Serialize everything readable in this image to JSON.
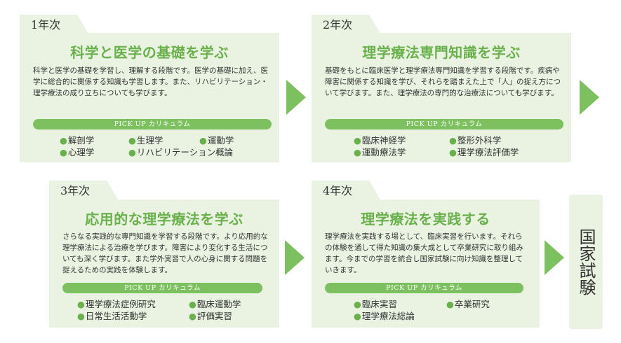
{
  "stages": [
    {
      "year": "1年次",
      "title": "科学と医学の基礎を学ぶ",
      "desc": "科学と医学の基礎を学習し、理解する段階です。医学の基礎に加え、医学に総合的に関係する知識も学習します。また、リハビリテーション・理学療法の成り立ちについても学びます。",
      "pickup": "PICK UP カリキュラム",
      "subjects": [
        "解剖学",
        "生理学",
        "運動学",
        "心理学",
        "リハビリテーション概論"
      ]
    },
    {
      "year": "2年次",
      "title": "理学療法専門知識を学ぶ",
      "desc": "基礎をもとに臨床医学と理学療法専門知識を学習する段階です。疾病や障害に関係する知識を学び、それらを踏まえた上で「人」の捉え方について学びます。また、理学療法の専門的な治療法についても学びます。",
      "pickup": "PICK UP カリキュラム",
      "subjects": [
        "臨床神経学",
        "整形外科学",
        "運動療法学",
        "理学療法評価学"
      ]
    },
    {
      "year": "3年次",
      "title": "応用的な理学療法を学ぶ",
      "desc": "さらなる実践的な専門知識を学習する段階です。より応用的な理学療法による治療を学びます。障害により変化する生活についても深く学びます。また学外実習で人の心身に関する問題を捉えるための実践を体験します。",
      "pickup": "PICK UP カリキュラム",
      "subjects": [
        "理学療法症例研究",
        "臨床運動学",
        "日常生活活動学",
        "評価実習"
      ]
    },
    {
      "year": "4年次",
      "title": "理学療法を実践する",
      "desc": "理学療法を実践する場として、臨床実習を行います。それらの体験を通して得た知識の集大成として卒業研究に取り組みます。今までの学習を統合し国家試験に向け知識を整理していきます。",
      "pickup": "PICK UP カリキュラム",
      "subjects": [
        "臨床実習",
        "卒業研究",
        "理学療法総論"
      ]
    }
  ],
  "goal": "国家試験",
  "colors": {
    "accent": "#7cc060",
    "title": "#6ab04c",
    "card": "#eaf3e2"
  }
}
